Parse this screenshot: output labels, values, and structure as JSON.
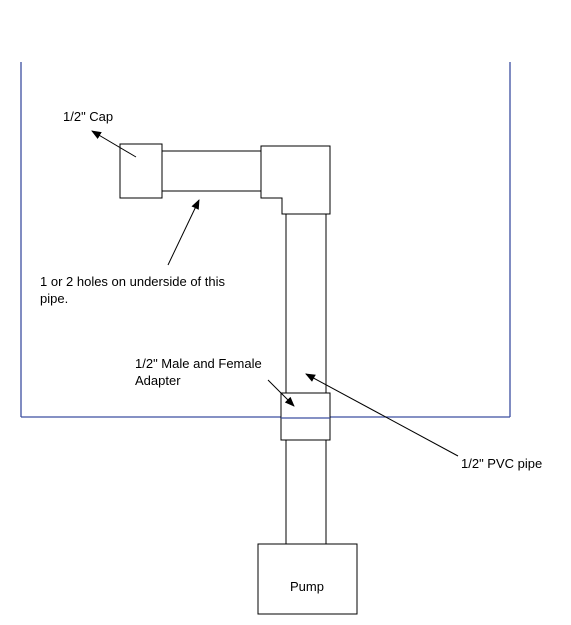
{
  "labels": {
    "cap": "1/2\" Cap",
    "holes_line1": "1 or 2 holes on underside of this",
    "holes_line2": "pipe.",
    "adapter_line1": "1/2\" Male and Female",
    "adapter_line2": "Adapter",
    "pvc_pipe": "1/2\" PVC pipe",
    "pump": "Pump"
  },
  "colors": {
    "tank_outline": "#3c4fa0",
    "pipe_outline": "#000000",
    "background": "#ffffff"
  }
}
